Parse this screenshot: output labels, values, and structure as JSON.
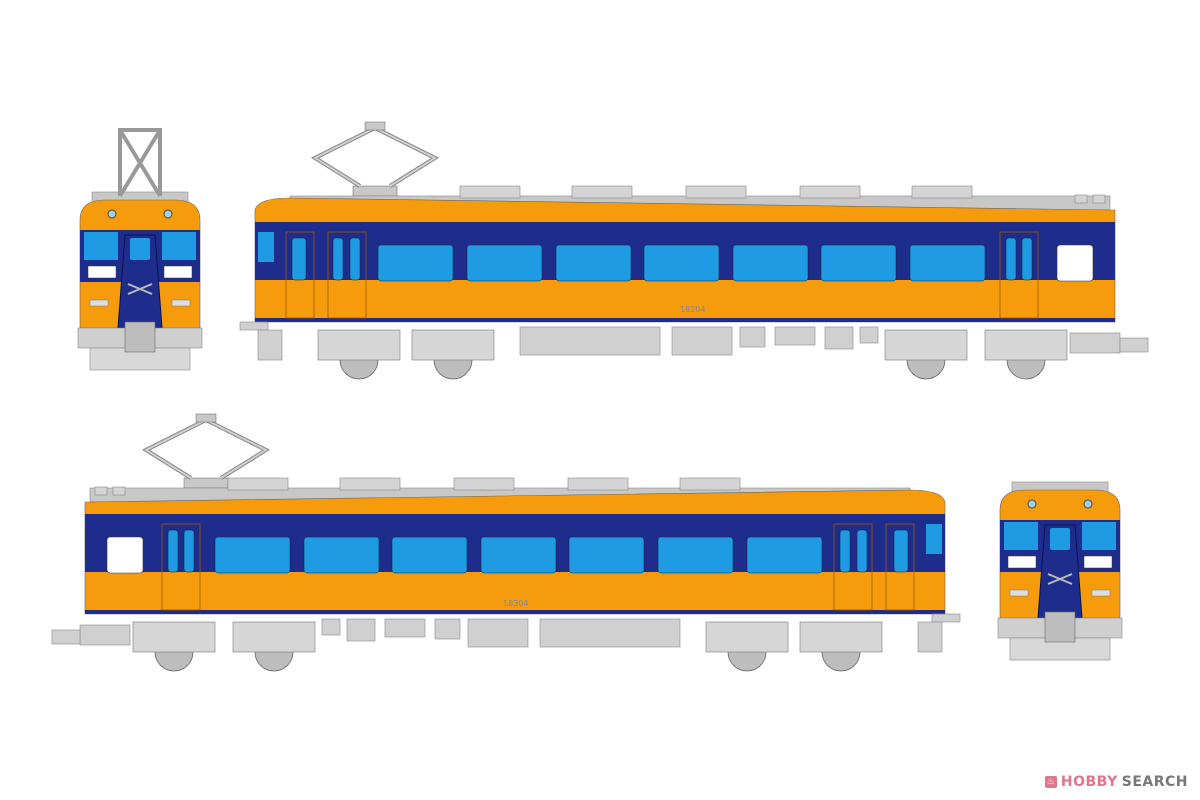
{
  "colors": {
    "body_orange": "#F59B0C",
    "band_navy": "#1E2C8C",
    "window_blue": "#1E9BE3",
    "roof_gray": "#BEBEBE",
    "underfloor_gray": "#C8C8C8"
  },
  "cars": [
    {
      "number": "18204",
      "view": "side",
      "pantograph": true
    },
    {
      "number": "18304",
      "view": "side",
      "pantograph": true
    }
  ],
  "logo": {
    "brand_a": "HOBBY",
    "brand_b": "SEARCH",
    "icon": "hobby-search-logo-icon"
  }
}
